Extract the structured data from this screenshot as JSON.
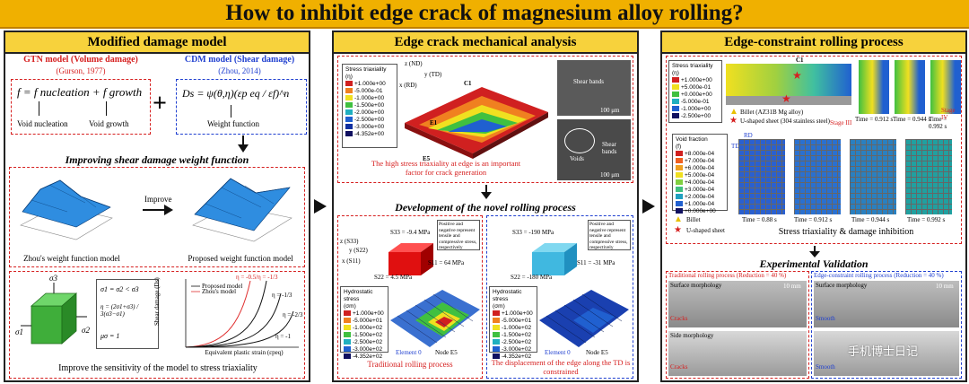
{
  "title": "How to inhibit edge crack of magnesium alloy rolling?",
  "colors": {
    "title_bg": "#f0b000",
    "header_bg": "#f7d23c",
    "red": "#d62020",
    "blue": "#2040d0"
  },
  "left": {
    "header": "Modified damage model",
    "gtn_title": "GTN model (Volume damage)",
    "gtn_ref": "(Gurson, 1977)",
    "cdm_title": "CDM model (Shear damage)",
    "cdm_ref": "(Zhou, 2014)",
    "gtn_formula": "f = f nucleation + f growth",
    "void_nucleation": "Void nucleation",
    "void_growth": "Void growth",
    "cdm_formula": "Ds = ψ(θ,η)(εp eq / εf)^n",
    "weight_function": "Weight function",
    "plus": "+",
    "improving_title": "Improving shear damage weight function",
    "improve_label": "Improve",
    "zhou_caption": "Zhou's weight function model",
    "proposed_caption": "Proposed weight function model",
    "stress_eq1": "σ1 = σ2 < σ3",
    "stress_eq2": "η = (2σ1+σ3) / 3(σ3−σ1)",
    "stress_eq3": "μσ = 1",
    "sigma1": "σ1",
    "sigma2": "σ2",
    "sigma3": "σ3",
    "plot_legend1": "Proposed model",
    "plot_legend2": "Zhou's model",
    "plot_xlabel": "Equivalent plastic strain (εpeq)",
    "plot_ylabel": "Shear damage (Ds)",
    "eta_labels": [
      "η = -1/3",
      "η = -2/3",
      "η = -1"
    ],
    "plot_note": "η = -0.5/η = -1/3",
    "bottom_caption": "Improve the sensitivity of the model to stress triaxiality"
  },
  "middle": {
    "header": "Edge crack mechanical analysis",
    "legend_title": "Stress triaxiality",
    "legend_symbol": "(η)",
    "legend_values": [
      "+1.000e+00",
      "-5.000e-01",
      "-1.000e+00",
      "-1.500e+00",
      "-2.000e+00",
      "-2.500e+00",
      "-3.000e+00",
      "-4.352e+00"
    ],
    "axes": [
      "z (ND)",
      "y (TD)",
      "x (RD)"
    ],
    "points": [
      "C1",
      "E1",
      "E5"
    ],
    "shear_bands": "Shear bands",
    "shear_bands2": "Shear bands",
    "voids": "Voids",
    "scale1": "100 μm",
    "scale2": "100 μm",
    "note": "The high stress triaxiality at edge is an important factor for crack generation",
    "dev_title": "Development of the novel rolling process",
    "trad": {
      "s33": "S33 = -9.4 MPa",
      "s11": "S11 = 64 MPa",
      "s22": "S22 = 4.5 MPa",
      "note": "Positive and negative represent tensile and compressive stress, respectively",
      "legend_title": "Hydrostatic stress",
      "legend_symbol": "(σm)",
      "legend_values": [
        "+1.000e+00",
        "-5.000e+01",
        "-1.000e+02",
        "-1.500e+02",
        "-2.500e+02",
        "-3.000e+02",
        "-4.352e+02"
      ],
      "element": "Element 0",
      "node": "Node E5",
      "caption": "Traditional rolling process"
    },
    "novel": {
      "s33": "S33 = -190 MPa",
      "s11": "S11 = -31 MPa",
      "s22": "S22 = -180 MPa",
      "note": "Positive and negative represent tensile and compressive stress, respectively",
      "legend_title": "Hydrostatic stress",
      "legend_symbol": "(σm)",
      "legend_values": [
        "+1.000e+00",
        "-5.000e+01",
        "-1.000e+02",
        "-1.500e+02",
        "-2.500e+02",
        "-3.000e+02",
        "-4.352e+02"
      ],
      "element": "Element 0",
      "node": "Node E5",
      "caption": "The displacement of the edge along the TD is constrained"
    },
    "axis_s33": "z (S33)",
    "axis_s22": "y (S22)",
    "axis_s11": "x (S11)"
  },
  "right": {
    "header": "Edge-constraint rolling process",
    "legend1_title": "Stress triaxiality",
    "legend1_symbol": "(η)",
    "legend1_values": [
      "+1.000e+00",
      "+5.000e-01",
      "+0.000e+00",
      "-5.000e-01",
      "-1.000e+00",
      "-2.500e+00"
    ],
    "c1": "C1",
    "billet_label": "Billet (AZ31B Mg alloy)",
    "ushape_label": "U-shaped sheet (304 stainless steel)",
    "stage3": "Stage III",
    "stage4": "Stage IV",
    "times_top": [
      "Time = 0.912 s",
      "Time = 0.944 s",
      "Time = 0.992 s"
    ],
    "legend2_title": "Void fraction",
    "legend2_symbol": "(f)",
    "legend2_values": [
      "+8.000e-04",
      "+7.000e-04",
      "+6.000e-04",
      "+5.000e-04",
      "+4.000e-04",
      "+3.000e-04",
      "+2.000e-04",
      "+1.000e-04",
      "+0.000e+00"
    ],
    "rd": "RD",
    "td": "TD",
    "billet": "Billet",
    "ushaped": "U-shaped sheet",
    "times_bottom": [
      "Time = 0.88 s",
      "Time = 0.912 s",
      "Time = 0.944 s",
      "Time = 0.992 s"
    ],
    "mid_caption": "Stress triaxiality & damage inhibition",
    "exp_title": "Experimental Validation",
    "trad_title": "Traditional rolling process (Reduction = 40 %)",
    "edge_title": "Edge-constraint rolling process (Reduction = 40 %)",
    "surface": "Surface morphology",
    "surface2": "Surface morphology",
    "side": "Side morphology",
    "cracks": "Cracks",
    "cracks2": "Cracks",
    "smooth": "Smooth",
    "smooth2": "Smooth",
    "scale": "10 mm",
    "scale2": "10 mm",
    "watermark": "手机博士日记"
  }
}
